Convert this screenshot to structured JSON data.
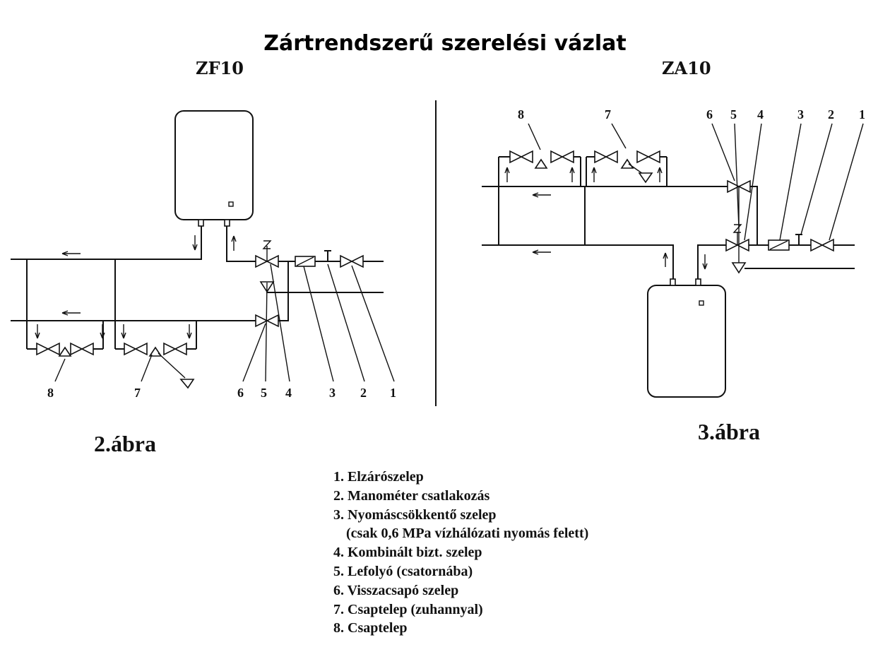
{
  "header": {
    "title": "Zártrendszerű szerelési vázlat",
    "left_model": "ZF10",
    "right_model": "ZA10"
  },
  "figures": {
    "left_caption": "2.ábra",
    "right_caption": "3.ábra"
  },
  "left_numbers": [
    "8",
    "7",
    "6",
    "5",
    "4",
    "3",
    "2",
    "1"
  ],
  "right_numbers": [
    "8",
    "7",
    "6",
    "5",
    "4",
    "3",
    "2",
    "1"
  ],
  "legend": [
    "1. Elzárószelep",
    "2. Manométer csatlakozás",
    "3. Nyomáscsökkentő szelep",
    "(csak 0,6 MPa vízhálózati nyomás felett)",
    "4. Kombinált bizt. szelep",
    "5. Lefolyó (csatornába)",
    "6. Visszacsapó szelep",
    "7. Csaptelep (zuhannyal)",
    "8. Csaptelep"
  ]
}
